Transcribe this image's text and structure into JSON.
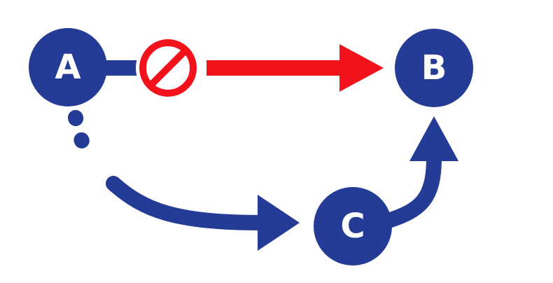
{
  "nodes": {
    "a": {
      "label": "A"
    },
    "b": {
      "label": "B"
    },
    "c": {
      "label": "C"
    }
  },
  "colors": {
    "node_fill": "#253c96",
    "node_text": "#ffffff",
    "blocked_line": "#f2121b",
    "path_line": "#253c96",
    "background": "#ffffff"
  },
  "icons": {
    "blocked": "prohibited-icon"
  }
}
